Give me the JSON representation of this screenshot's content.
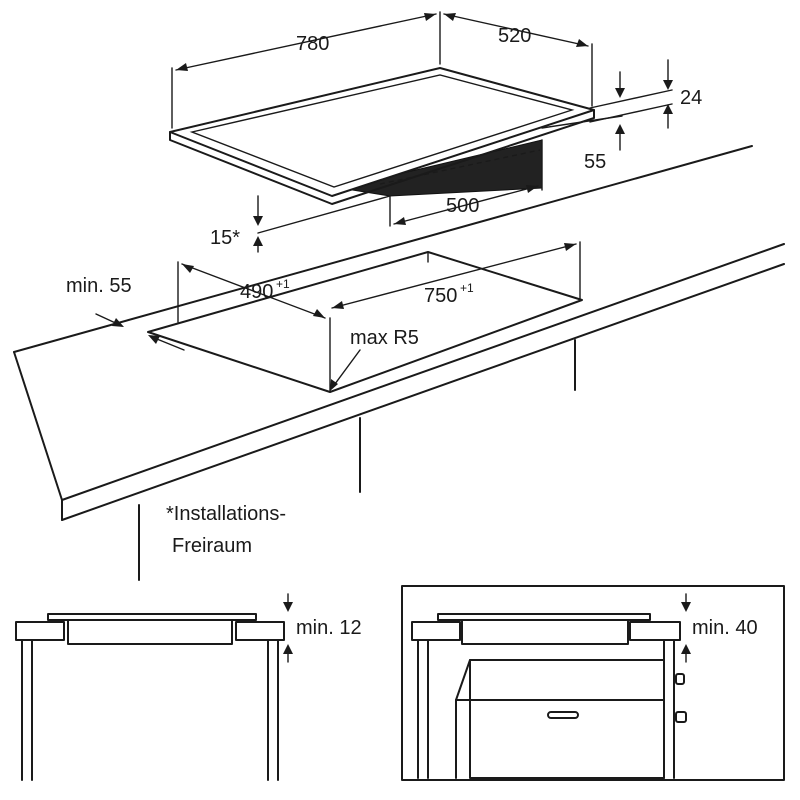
{
  "dimensions": {
    "hob_width": "780",
    "hob_depth": "520",
    "hob_height": "24",
    "bottom_depth": "55",
    "bottom_width": "500",
    "clearance_front": "15*",
    "cutout_depth": "490",
    "cutout_depth_tolerance": "+1",
    "cutout_width": "750",
    "cutout_width_tolerance": "+1",
    "min_edge_distance": "min. 55",
    "corner_radius": "max R5"
  },
  "footnote": {
    "line1": "*Installations-",
    "line2": "Freiraum"
  },
  "detail_left": {
    "clearance_label": "min. 12"
  },
  "detail_right": {
    "clearance_label": "min. 40"
  }
}
